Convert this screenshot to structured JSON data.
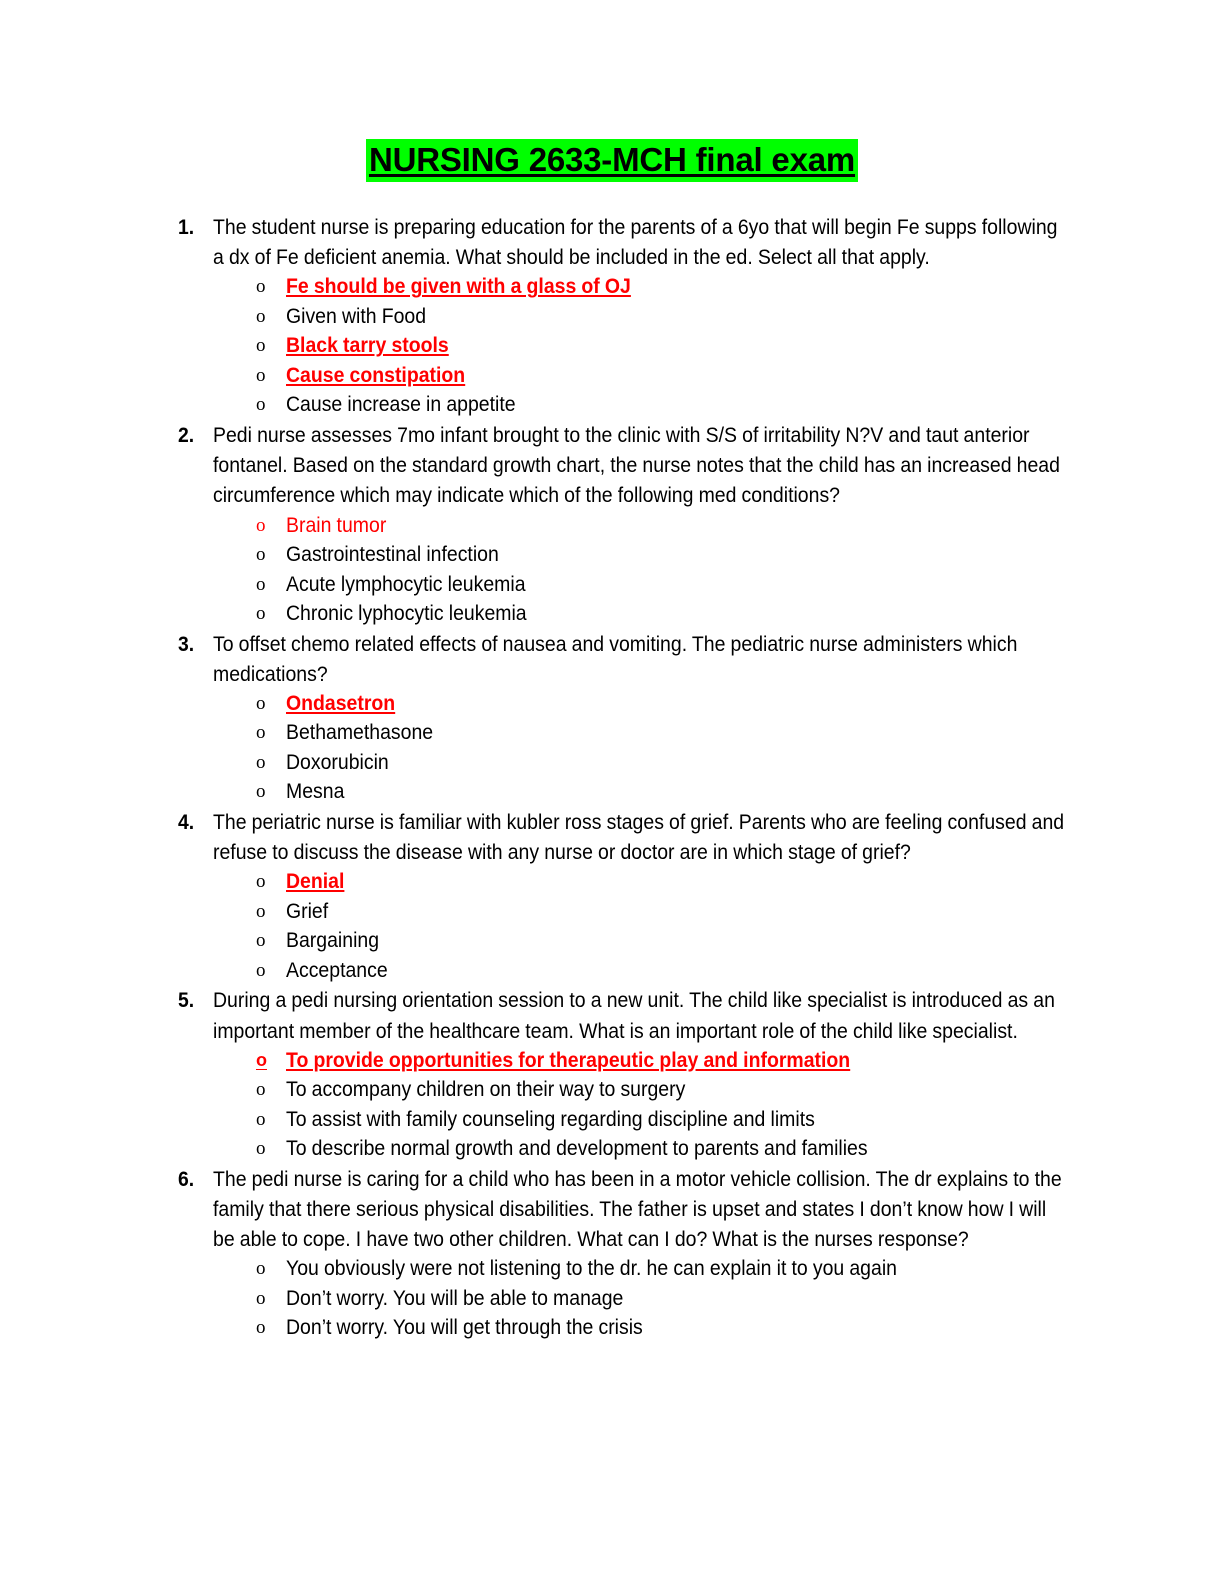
{
  "document": {
    "title": "NURSING 2633-MCH final exam",
    "title_highlight_color": "#00FF00",
    "title_text_color": "#000000",
    "answer_color": "#FF0000",
    "body_text_color": "#000000",
    "bullet_glyph": "o"
  },
  "questions": [
    {
      "number": "1.",
      "text": "The student nurse is preparing education for the parents of a 6yo that will begin Fe supps following a dx of Fe deficient anemia. What should be included in the ed. Select all that apply.",
      "options": [
        {
          "label": "Fe should be given with a glass of OJ",
          "style": "answer-bold"
        },
        {
          "label": "Given with Food",
          "style": "normal"
        },
        {
          "label": "Black tarry stools",
          "style": "answer-bold"
        },
        {
          "label": "Cause constipation",
          "style": "answer-bold"
        },
        {
          "label": "Cause increase in appetite",
          "style": "normal"
        }
      ]
    },
    {
      "number": "2.",
      "text": "Pedi nurse assesses 7mo infant brought to the clinic with S/S of irritability N?V and taut anterior fontanel. Based on the standard growth chart, the nurse notes that the child has an increased head circumference which may indicate which of the following med conditions?",
      "options": [
        {
          "label": "Brain tumor",
          "style": "answer-plain"
        },
        {
          "label": "Gastrointestinal infection",
          "style": "normal"
        },
        {
          "label": "Acute lymphocytic leukemia",
          "style": "normal"
        },
        {
          "label": "Chronic lyphocytic leukemia",
          "style": "normal"
        }
      ]
    },
    {
      "number": "3.",
      "text": "To offset chemo related effects of nausea and vomiting. The pediatric nurse administers which medications?",
      "options": [
        {
          "label": "Ondasetron",
          "style": "answer-bold"
        },
        {
          "label": "Bethamethasone",
          "style": "normal"
        },
        {
          "label": "Doxorubicin",
          "style": "normal"
        },
        {
          "label": "Mesna",
          "style": "normal"
        }
      ]
    },
    {
      "number": "4.",
      "text": "The periatric nurse is familiar with kubler ross stages of grief. Parents who are feeling confused and refuse to discuss the disease with any nurse or doctor are in which stage of grief?",
      "options": [
        {
          "label": "Denial",
          "style": "answer-bold"
        },
        {
          "label": "Grief",
          "style": "normal"
        },
        {
          "label": "Bargaining",
          "style": "normal"
        },
        {
          "label": "Acceptance",
          "style": "normal"
        }
      ]
    },
    {
      "number": "5.",
      "text": "During a pedi nursing orientation session to a new unit. The child like specialist is introduced as an important member of the healthcare team. What is an important role of the child like specialist.",
      "options": [
        {
          "label": "To provide opportunities for therapeutic play and information",
          "style": "answer-bold-bullet"
        },
        {
          "label": "To accompany children on their way to surgery",
          "style": "normal"
        },
        {
          "label": "To assist with family counseling regarding discipline and limits",
          "style": "normal"
        },
        {
          "label": "To describe normal growth and development to parents and families",
          "style": "normal"
        }
      ]
    },
    {
      "number": "6.",
      "text": "The pedi nurse is caring for a child who has been in a motor vehicle collision. The dr explains to the family that there serious physical disabilities. The father is upset and states I don’t know how I will be able to cope. I have two other children. What can I do? What is the nurses response?",
      "options": [
        {
          "label": "You obviously were not listening to the dr. he can explain it to you again",
          "style": "normal"
        },
        {
          "label": "Don’t worry. You will be able to manage",
          "style": "normal"
        },
        {
          "label": "Don’t worry. You will get through the crisis",
          "style": "normal"
        }
      ]
    }
  ]
}
